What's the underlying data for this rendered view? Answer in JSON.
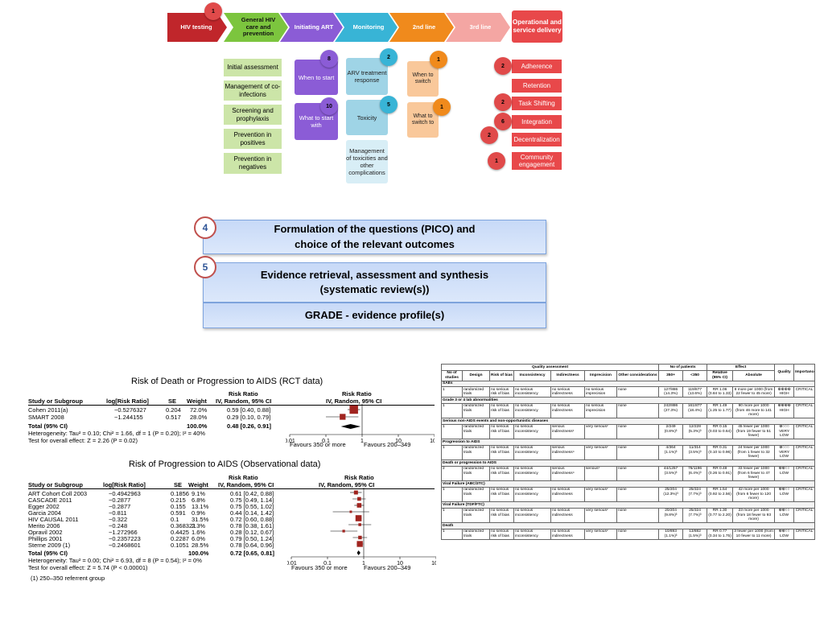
{
  "flow": {
    "stages": [
      {
        "label": "HIV testing",
        "color": "#c0262b"
      },
      {
        "label": "General HIV care and prevention",
        "color": "#7cc53e"
      },
      {
        "label": "Initiating ART",
        "color": "#8b5cd6"
      },
      {
        "label": "Monitoring",
        "color": "#38b4d6"
      },
      {
        "label": "2nd line",
        "color": "#f08a1c"
      },
      {
        "label": "3rd line",
        "color": "#f4a6a3"
      }
    ],
    "ops": "Operational and service delivery",
    "badges": [
      "1",
      "8",
      "10",
      "2",
      "5",
      "1",
      "1",
      "2",
      "2",
      "6",
      "2",
      "1"
    ],
    "general_items": [
      "Initial assessment",
      "Management of co-infections",
      "Screening and prophylaxis",
      "Prevention in positives",
      "Prevention in negatives"
    ],
    "initiating_items": [
      "When to start",
      "What to start with"
    ],
    "monitoring_items": [
      "ARV treatment response",
      "Toxicity",
      "Management of toxicities and other complications"
    ],
    "second_items": [
      "When to switch",
      "What to switch to"
    ],
    "ops_items": [
      "Adherence",
      "Retention",
      "Task Shifting",
      "Integration",
      "Decentralization",
      "Community engagement"
    ]
  },
  "steps": {
    "s4_num": "4",
    "s4_text_1": "Formulation of the questions (PICO) and",
    "s4_text_2": "choice of the relevant outcomes",
    "s5_num": "5",
    "s5_text_1": "Evidence retrieval, assessment and synthesis",
    "s5_text_2": "(systematic review(s))",
    "grade_text": "GRADE - evidence profile(s)"
  },
  "forest1": {
    "title": "Risk of Death or Progression to AIDS (RCT data)",
    "hdr_rr": "Risk Ratio",
    "hdr_rr2": "Risk Ratio",
    "hdr": [
      "Study or Subgroup",
      "log[Risk Ratio]",
      "SE",
      "Weight",
      "IV, Random, 95% CI",
      "IV, Random, 95% CI"
    ],
    "rows": [
      {
        "study": "Cohen 2011(a)",
        "log": "−0.5276327",
        "se": "0.204",
        "weight": "72.0%",
        "ci": "0.59 [0.40, 0.88]"
      },
      {
        "study": "SMART 2008",
        "log": "−1.244155",
        "se": "0.517",
        "weight": "28.0%",
        "ci": "0.29 [0.10, 0.79]"
      }
    ],
    "total_label": "Total (95% CI)",
    "total_weight": "100.0%",
    "total_ci": "0.48 [0.26, 0.91]",
    "het": "Heterogeneity: Tau² = 0.10; Chi² = 1.66, df = 1 (P = 0.20); I² = 40%",
    "test": "Test for overall effect: Z = 2.26 (P = 0.02)",
    "ticks": [
      "0.01",
      "0.1",
      "1",
      "10",
      "100"
    ],
    "favours_left": "Favours 350 or more",
    "favours_right": "Favours 200–349"
  },
  "forest2": {
    "title": "Risk of Progression to AIDS (Observational data)",
    "hdr_rr": "Risk Ratio",
    "hdr_rr2": "Risk Ratio",
    "hdr": [
      "Study or Subgroup",
      "log[Risk Ratio]",
      "SE",
      "Weight",
      "IV, Random, 95% CI",
      "IV, Random, 95% CI"
    ],
    "rows": [
      {
        "study": "ART Cohort Coll 2003",
        "log": "−0.4942963",
        "se": "0.1856",
        "weight": "9.1%",
        "ci": "0.61 [0.42, 0.88]"
      },
      {
        "study": "CASCADE 2011",
        "log": "−0.2877",
        "se": "0.215",
        "weight": "6.8%",
        "ci": "0.75 [0.49, 1.14]"
      },
      {
        "study": "Egger 2002",
        "log": "−0.2877",
        "se": "0.155",
        "weight": "13.1%",
        "ci": "0.75 [0.55, 1.02]"
      },
      {
        "study": "Garcia 2004",
        "log": "−0.811",
        "se": "0.591",
        "weight": "0.9%",
        "ci": "0.44 [0.14, 1.42]"
      },
      {
        "study": "HIV CAUSAL 2011",
        "log": "−0.322",
        "se": "0.1",
        "weight": "31.5%",
        "ci": "0.72 [0.60, 0.88]"
      },
      {
        "study": "Merito 2006",
        "log": "−0.248",
        "se": "0.368321",
        "weight": "2.3%",
        "ci": "0.78 [0.38, 1.61]"
      },
      {
        "study": "Opravil 2002",
        "log": "−1.272966",
        "se": "0.4425",
        "weight": "1.6%",
        "ci": "0.28 [0.12, 0.67]"
      },
      {
        "study": "Phillips 2001",
        "log": "−0.2357223",
        "se": "0.2287",
        "weight": "6.0%",
        "ci": "0.79 [0.50, 1.24]"
      },
      {
        "study": "Sterne 2009 (1)",
        "log": "−0.2468601",
        "se": "0.1051",
        "weight": "28.5%",
        "ci": "0.78 [0.64, 0.96]"
      }
    ],
    "total_label": "Total (95% CI)",
    "total_weight": "100.0%",
    "total_ci": "0.72 [0.65, 0.81]",
    "het": "Heterogeneity: Tau² = 0.00; Chi² = 6.93, df = 8 (P = 0.54); I² = 0%",
    "test": "Test for overall effect: Z = 5.74 (P < 0.00001)",
    "ticks": [
      "0.01",
      "0.1",
      "1",
      "10",
      "100"
    ],
    "favours_left": "Favours 350 or more",
    "favours_right": "Favours 200–349",
    "footnote": "(1) 250–350 referrent group"
  },
  "grade_table": {
    "h_quality": "Quality assessment",
    "h_patients": "No of patients",
    "h_effect": "Effect",
    "h_quality2": "Quality",
    "h_importance": "Importance",
    "sub": [
      "No of studies",
      "Design",
      "Risk of bias",
      "Inconsistency",
      "Indirectness",
      "Imprecision",
      "Other considerations",
      "350+",
      "<350",
      "Relative (95% CI)",
      "Absolute"
    ],
    "sections": [
      {
        "name": "SAEs",
        "cells": [
          "1",
          "randomized trials",
          "no serious risk of bias",
          "no serious inconsistency",
          "no serious indirectness",
          "no serious imprecision",
          "none",
          "127/886 (14.3%)",
          "119/877 (13.6%)",
          "RR 1.06 (0.84 to 1.33)",
          "8 more per 1000 (from 22 fewer to 45 more)",
          "⊕⊕⊕⊕ HIGH",
          "CRITICAL"
        ]
      },
      {
        "name": "Grade 3 or 4 lab abnormalities",
        "cells": [
          "1",
          "randomized trials",
          "no serious risk of bias",
          "no serious inconsistency",
          "no serious indirectness",
          "no serious imprecision",
          "none",
          "242/886 (27.3%)",
          "161/877 (18.4%)",
          "RR 1.49 (1.25 to 1.77)",
          "90 more per 1000 (from 46 more to 141 more)",
          "⊕⊕⊕⊕ HIGH",
          "CRITICAL"
        ]
      },
      {
        "name": "Serious non-AIDS events and non-opportunistic diseases",
        "cells": [
          "1",
          "randomized trials",
          "no serious risk of bias",
          "no serious inconsistency",
          "serious indirectness¹",
          "very serious²",
          "none",
          "2/249 (0.8%)³",
          "12/228 (5.3%)³",
          "RR 0.15 (0.03 to 0.64)",
          "45 fewer per 1000 (from 19 fewer to 51 fewer)",
          "⊕○○○ VERY LOW",
          "CRITICAL"
        ]
      },
      {
        "name": "Progression to AIDS",
        "cells": [
          "1",
          "randomized trials",
          "no serious risk of bias",
          "no serious inconsistency",
          "serious indirectness⁴",
          "very serious²",
          "none",
          "4/364 (1.1%)³",
          "11/314 (3.5%)³",
          "RR 0.31 (0.10 to 0.96)",
          "24 fewer per 1000 (from 1 fewer to 32 fewer)",
          "⊕○○○ VERY LOW",
          "CRITICAL"
        ]
      },
      {
        "name": "Death or progression to AIDS",
        "cells": [
          "2",
          "randomized trials",
          "no serious risk of bias",
          "no serious inconsistency",
          "serious indirectness⁴",
          "serious¹",
          "none",
          "44/1257 (3.5%)³",
          "76/1196 (6.4%)³",
          "RR 0.48 (0.26 to 0.91)",
          "33 fewer per 1000 (from 6 fewer to 47 fewer)",
          "⊕⊕○○ LOW",
          "CRITICAL"
        ]
      },
      {
        "name": "Viral Failure (ABC/3TC)",
        "cells": [
          "1",
          "randomized trials",
          "no serious risk of bias",
          "no serious inconsistency",
          "no serious indirectness",
          "very serious²",
          "none",
          "25/204 (12.3%)³",
          "25/324 (7.7%)³",
          "RR 1.54 (0.92 to 2.56)",
          "42 more per 1000 (from 6 fewer to 120 more)",
          "⊕⊕○○ LOW",
          "CRITICAL"
        ]
      },
      {
        "name": "Viral Failure (TDF/FTC)",
        "cells": [
          "1",
          "randomized trials",
          "no serious risk of bias",
          "no serious inconsistency",
          "no serious indirectness",
          "very serious²",
          "none",
          "20/204 (9.8%)³",
          "25/324 (7.7%)³",
          "RR 1.30 (0.77 to 2.20)",
          "23 more per 1000 (from 18 fewer to 93 more)",
          "⊕⊕○○ LOW",
          "CRITICAL"
        ]
      },
      {
        "name": "Death",
        "cells": [
          "1",
          "randomized trials",
          "no serious risk of bias",
          "no serious inconsistency",
          "no serious indirectness",
          "very serious²",
          "none",
          "10/893 (1.1%)³",
          "13/882 (1.5%)³",
          "RR 0.77 (0.34 to 1.75)",
          "3 fewer per 1000 (from 10 fewer to 11 more)",
          "⊕⊕○○ LOW",
          "CRITICAL"
        ]
      }
    ]
  }
}
